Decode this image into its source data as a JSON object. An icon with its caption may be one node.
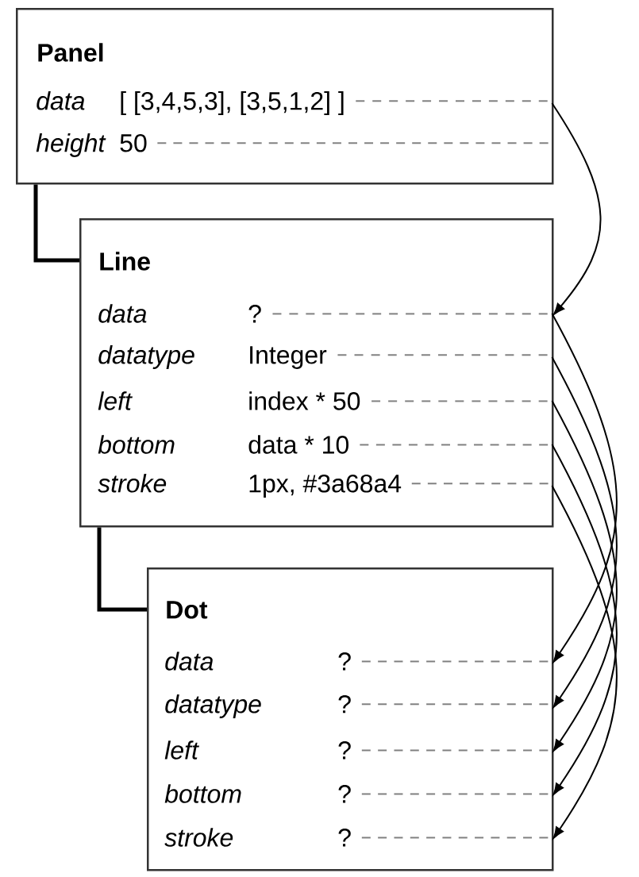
{
  "diagram": {
    "nodes": [
      {
        "text": [
          "Panel"
        ]
      },
      {
        "text": [
          "data",
          "[ [3,4,5,3], [3,5,1,2] ]"
        ],
        "in": 0
      },
      {
        "text": [
          "height",
          "50"
        ],
        "in": 0
      },
      {
        "text": [
          "Line"
        ]
      },
      {
        "text": [
          "data",
          "?"
        ],
        "in": 3
      },
      {
        "text": [
          "datatype",
          "Integer"
        ],
        "in": 3
      },
      {
        "text": [
          "left",
          "index * 50"
        ],
        "in": 3
      },
      {
        "text": [
          "bottom",
          "data * 10"
        ],
        "in": 3
      },
      {
        "text": [
          "stroke",
          "1px, #3a68a4"
        ],
        "in": 3
      },
      {
        "text": [
          "Dot"
        ]
      },
      {
        "text": [
          "data",
          "?"
        ],
        "in": 9
      },
      {
        "text": [
          "datatype",
          "?"
        ],
        "in": 9
      },
      {
        "text": [
          "left",
          "?"
        ],
        "in": 9
      },
      {
        "text": [
          "bottom",
          "?"
        ],
        "in": 9
      },
      {
        "text": [
          "stroke",
          "?"
        ],
        "in": 9
      }
    ],
    "edges": [
      {
        "from": 0,
        "to": 3,
        "arrow": "none",
        "style": "thick"
      },
      {
        "from": 3,
        "to": 9,
        "arrow": "none",
        "style": "thick"
      },
      {
        "from": 1,
        "to": 4,
        "arrow": "to"
      },
      {
        "from": 4,
        "to": 10,
        "arrow": "to"
      },
      {
        "from": 5,
        "to": 11,
        "arrow": "to"
      },
      {
        "from": 6,
        "to": 12,
        "arrow": "to"
      },
      {
        "from": 7,
        "to": 13,
        "arrow": "to"
      },
      {
        "from": 8,
        "to": 14,
        "arrow": "to"
      }
    ]
  }
}
